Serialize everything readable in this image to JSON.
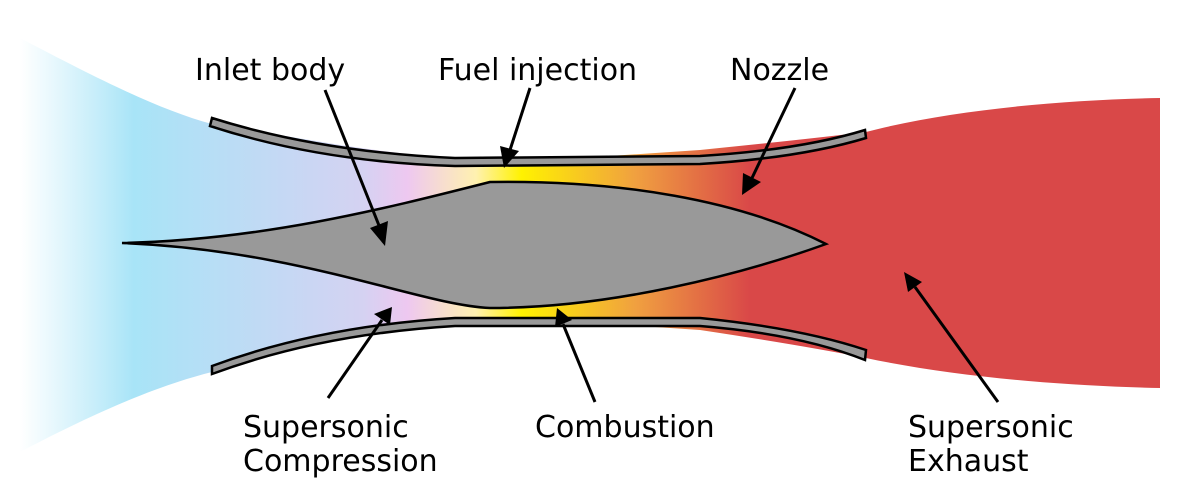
{
  "diagram": {
    "labels": {
      "inlet_body": "Inlet body",
      "fuel_injection": "Fuel injection",
      "nozzle": "Nozzle",
      "supersonic_compression_line1": "Supersonic",
      "supersonic_compression_line2": "Compression",
      "combustion": "Combustion",
      "supersonic_exhaust_line1": "Supersonic",
      "supersonic_exhaust_line2": "Exhaust"
    },
    "colors": {
      "inlet_air": "#a8e4f7",
      "compression": "#eec8f0",
      "fuel_zone": "#fff200",
      "combustion": "#f0a040",
      "exhaust": "#d94848",
      "body_fill": "#999999",
      "outline": "#000000"
    }
  }
}
